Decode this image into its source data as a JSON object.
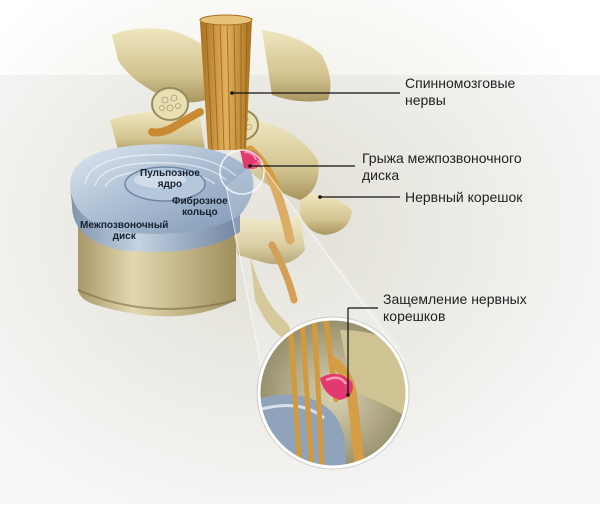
{
  "labels": {
    "spinal_nerves": [
      "Спинномозговые",
      "нервы"
    ],
    "disc_herniation": [
      "Грыжа межпозвоночного",
      "диска"
    ],
    "nerve_root": "Нервный корешок",
    "nerve_root_compression": [
      "Защемление нервных",
      "корешков"
    ],
    "nucleus_pulposus": [
      "Пульпозное",
      "ядро"
    ],
    "annulus_fibrosus": [
      "Фиброзное",
      "кольцо"
    ],
    "intervertebral_disc": [
      "Межпозвоночный",
      "диск"
    ]
  },
  "colors": {
    "bone": "#d8cc9a",
    "bone_shadow": "#9a8a5a",
    "nerve": "#d29a3c",
    "nerve_dark": "#a8701f",
    "disc": "#8aa2bd",
    "disc_light": "#c9d6e4",
    "hernia": "#e23a6e",
    "leader": "#111111"
  },
  "icons": [
    "spine-vertebra-illustration",
    "magnifier-inset-circle"
  ]
}
